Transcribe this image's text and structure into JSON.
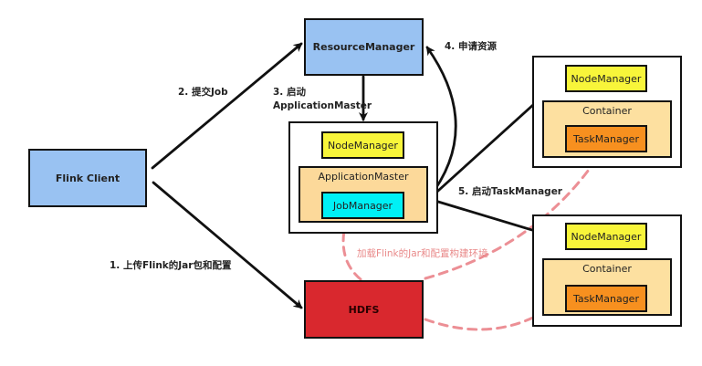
{
  "nodes": {
    "flink_client": "Flink Client",
    "resource_manager": "ResourceManager",
    "hdfs": "HDFS",
    "am_node": {
      "node_manager": "NodeManager",
      "application_master": "ApplicationMaster",
      "job_manager": "JobManager"
    },
    "worker_top": {
      "node_manager": "NodeManager",
      "container": "Container",
      "task_manager": "TaskManager"
    },
    "worker_bottom": {
      "node_manager": "NodeManager",
      "container": "Container",
      "task_manager": "TaskManager"
    }
  },
  "edges": {
    "step1": "1. 上传Flink的Jar包和配置",
    "step2": "2. 提交Job",
    "step3_line1": "3. 启动",
    "step3_line2": "ApplicationMaster",
    "step4": "4. 申请资源",
    "step5": "5. 启动TaskManager",
    "load_env": "加载Flink的Jar和配置构建环境"
  },
  "colors": {
    "client_rm": "#99c2f2",
    "hdfs": "#d9282e",
    "node_manager": "#f8f53a",
    "application_master": "#fcd99a",
    "job_manager": "#00f0f5",
    "task_manager": "#f7901f",
    "dashed_arrow": "#ec8f95"
  }
}
